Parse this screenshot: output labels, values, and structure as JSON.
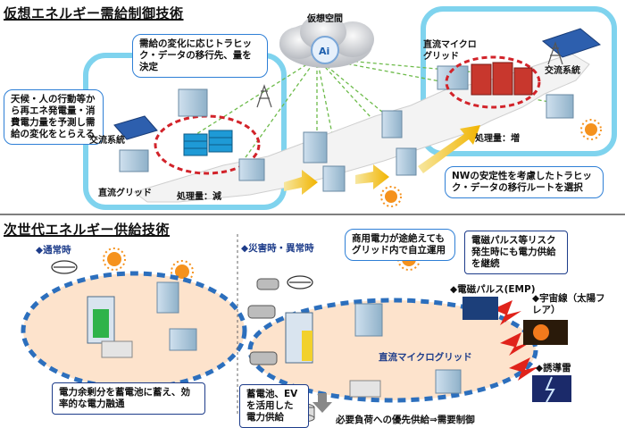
{
  "top": {
    "title": "仮想エネルギー需給制御技術",
    "cloud_label": "仮想空間",
    "ai_label": "Ai",
    "callouts": {
      "traffic": "需給の変化に応じトラヒック・データの移行先、量を決定",
      "weather": "天候・人の行動等から再エネ発電量・消費電力量を予測し需給の変化をとらえる",
      "route": "NWの安定性を考慮したトラヒック・データの移行ルートを選択"
    },
    "left_labels": {
      "ac": "交流系統",
      "dc": "直流グリッド",
      "load": "処理量：減"
    },
    "right_labels": {
      "dc": "直流マイクログリッド",
      "ac": "交流系統",
      "load": "処理量：増"
    }
  },
  "bottom": {
    "title": "次世代エネルギー供給技術",
    "normal": {
      "heading": "◆通常時",
      "callout": "電力余剰分を蓄電池に蓄え、効率的な電力融通"
    },
    "disaster": {
      "heading": "◆災害時・異常時",
      "callout_ev": "蓄電池、EVを活用した電力供給",
      "callout_grid": "商用電力が途絶えてもグリッド内で自立運用",
      "callout_emp": "電磁パルス等リスク発生時にも電力供給を継続",
      "grid_label": "直流マイクログリッド",
      "bottom_label": "必要負荷への優先供給⇒需要制御"
    },
    "risks": [
      "◆電磁パルス(EMP)",
      "◆宇宙線（太陽フレア）",
      "◆誘導雷"
    ]
  }
}
